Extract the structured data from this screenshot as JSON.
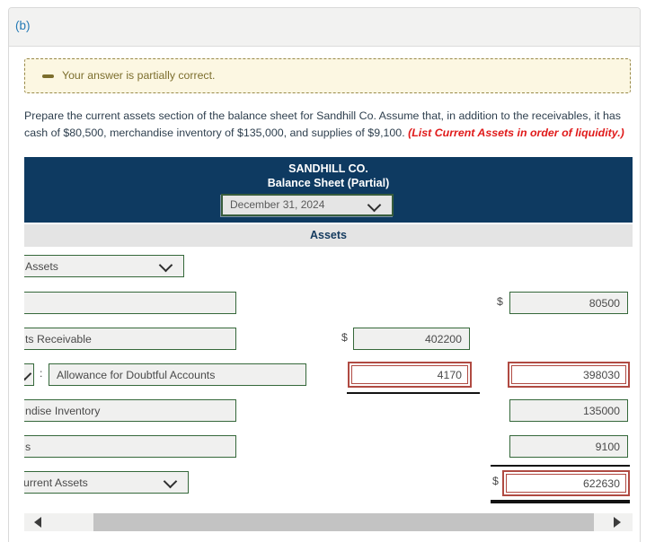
{
  "header": {
    "section_label": "(b)"
  },
  "feedback": {
    "message": "Your answer is partially correct.",
    "icon": "minus-icon"
  },
  "instruction": {
    "before": "Prepare the current assets section of the balance sheet for Sandhill Co. Assume that, in addition to the receivables, it has cash of $80,500, merchandise inventory of $135,000, and supplies of $9,100. ",
    "red": "(List Current Assets in order of liquidity.)"
  },
  "statement": {
    "company": "SANDHILL CO.",
    "title": "Balance Sheet (Partial)",
    "date": "December 31, 2024",
    "assets_header": "Assets"
  },
  "rows": {
    "section": {
      "label": "Assets"
    },
    "cash": {
      "label": "",
      "dollar": "$",
      "amount": "80500"
    },
    "receivable": {
      "label": "ts Receivable",
      "dollar": "$",
      "amount": "402200"
    },
    "allowance": {
      "colon": ":",
      "label": "Allowance for Doubtful Accounts",
      "amount": "4170",
      "net_amount": "398030"
    },
    "inventory": {
      "label": "ndise Inventory",
      "amount": "135000"
    },
    "supplies": {
      "label": "s",
      "amount": "9100"
    },
    "total": {
      "label": "urrent Assets",
      "dollar": "$",
      "amount": "622630"
    }
  },
  "colors": {
    "navy_header": "#0e3a61",
    "input_border_correct": "#35683a",
    "input_border_incorrect": "#b04a42",
    "warning_bg": "#fcf7e2",
    "warning_text": "#7c6e2d",
    "red_note_text": "#e01a1a",
    "section_label_blue": "#2279b5"
  }
}
